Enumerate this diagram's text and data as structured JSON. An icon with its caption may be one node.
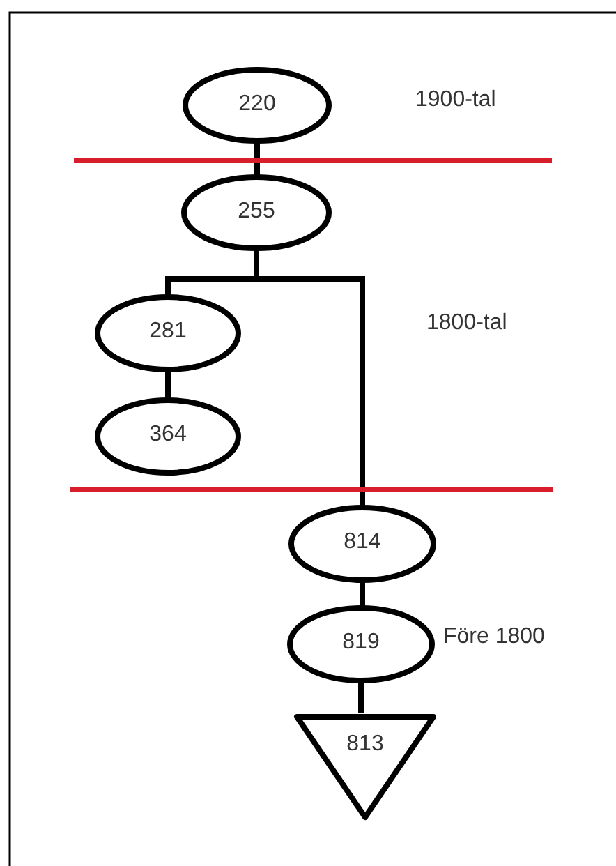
{
  "diagram": {
    "nodes": [
      {
        "text": [
          "220"
        ]
      },
      {
        "text": [
          "255"
        ]
      },
      {
        "text": [
          "281"
        ]
      },
      {
        "text": [
          "364"
        ]
      },
      {
        "text": [
          "814"
        ]
      },
      {
        "text": [
          "819"
        ]
      },
      {
        "text": [
          "813"
        ]
      }
    ],
    "edges": [
      {
        "from": 0,
        "to": 1,
        "arrow": "none"
      },
      {
        "from": 1,
        "to": 2,
        "arrow": "none"
      },
      {
        "from": 1,
        "to": 4,
        "arrow": "none"
      },
      {
        "from": 2,
        "to": 3,
        "arrow": "none"
      },
      {
        "from": 4,
        "to": 5,
        "arrow": "none"
      },
      {
        "from": 5,
        "to": 6,
        "arrow": "none"
      }
    ],
    "labels": [
      "1900-tal",
      "1800-tal",
      "Före 1800"
    ]
  }
}
